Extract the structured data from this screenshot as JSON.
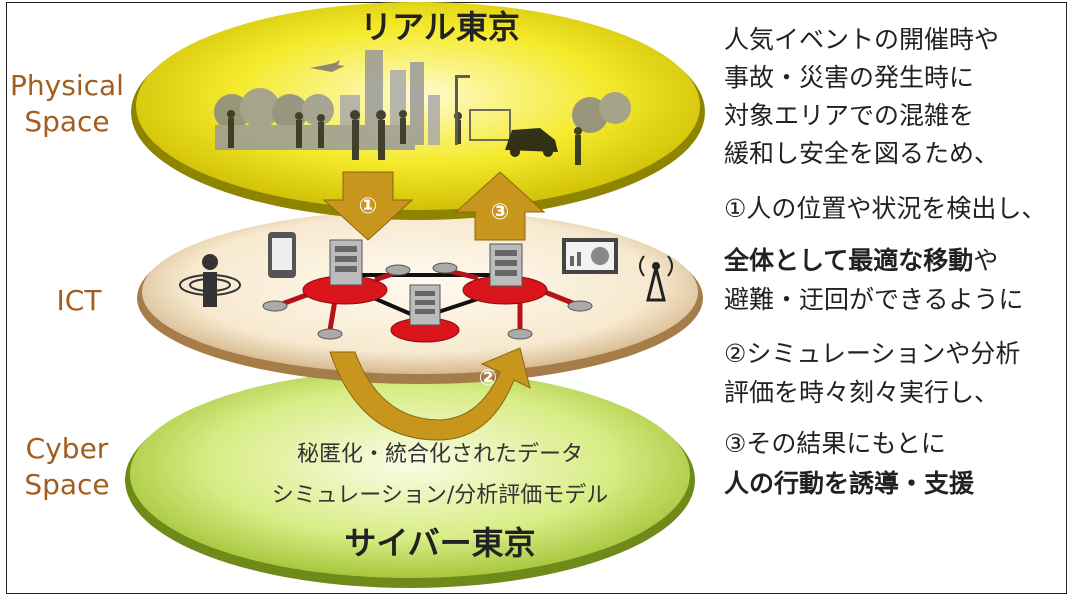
{
  "labels": {
    "physical": "Physical\nSpace",
    "ict": "ICT",
    "cyber": "Cyber\nSpace"
  },
  "layers": {
    "real_title": "リアル東京",
    "cyber_title": "サイバー東京",
    "cyber_line1": "秘匿化・統合化されたデータ",
    "cyber_line2": "シミュレーション/分析評価モデル"
  },
  "arrows": {
    "one": "①",
    "two": "②",
    "three": "③"
  },
  "right_text": {
    "line1": "人気イベントの開催時や",
    "line2": "事故・災害の発生時に",
    "line3": "対象エリアでの混雑を",
    "line4": "緩和し安全を図るため、",
    "line5": "①人の位置や状況を検出し、",
    "line6_bold": "全体として最適な移動",
    "line6_rest": "や",
    "line7": "避難・迂回ができるように",
    "line8": "②シミュレーションや分析",
    "line9": "評価を時々刻々実行し、",
    "line10": "③その結果にもとに",
    "line11_bold": "人の行動を誘導・支援"
  },
  "colors": {
    "physical_fill": "#f4ea2a",
    "ict_fill": "#f7e9cf",
    "cyber_fill": "#d8ec85",
    "label_color": "#a25e1e",
    "arrow_color": "#c8961d",
    "hub_red": "#d9151b"
  }
}
